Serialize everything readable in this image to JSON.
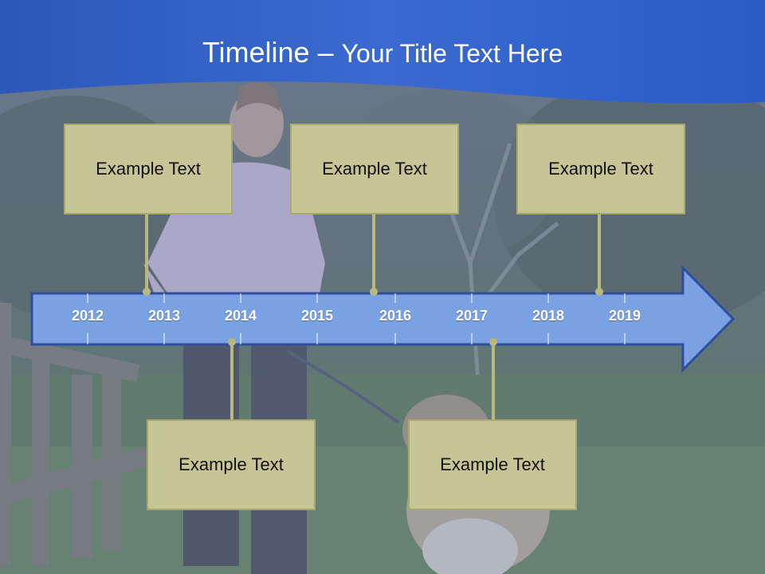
{
  "title": {
    "main": "Timeline",
    "dash": "–",
    "sub": "Your Title Text Here"
  },
  "timeline": {
    "years": [
      "2012",
      "2013",
      "2014",
      "2015",
      "2016",
      "2017",
      "2018",
      "2019"
    ],
    "events": [
      {
        "label": "Example Text",
        "position": "above"
      },
      {
        "label": "Example Text",
        "position": "below"
      },
      {
        "label": "Example Text",
        "position": "above"
      },
      {
        "label": "Example Text",
        "position": "below"
      },
      {
        "label": "Example Text",
        "position": "above"
      }
    ]
  },
  "colors": {
    "header_blue": "#2a5cc8",
    "arrow_fill": "#7aa1e2",
    "arrow_stroke": "#2c4fa0",
    "box_fill": "#c6c596",
    "box_border": "#a9aa6a",
    "connector": "#b9b97e"
  },
  "background_photo": "woman jogging with a dog on grass near trees"
}
